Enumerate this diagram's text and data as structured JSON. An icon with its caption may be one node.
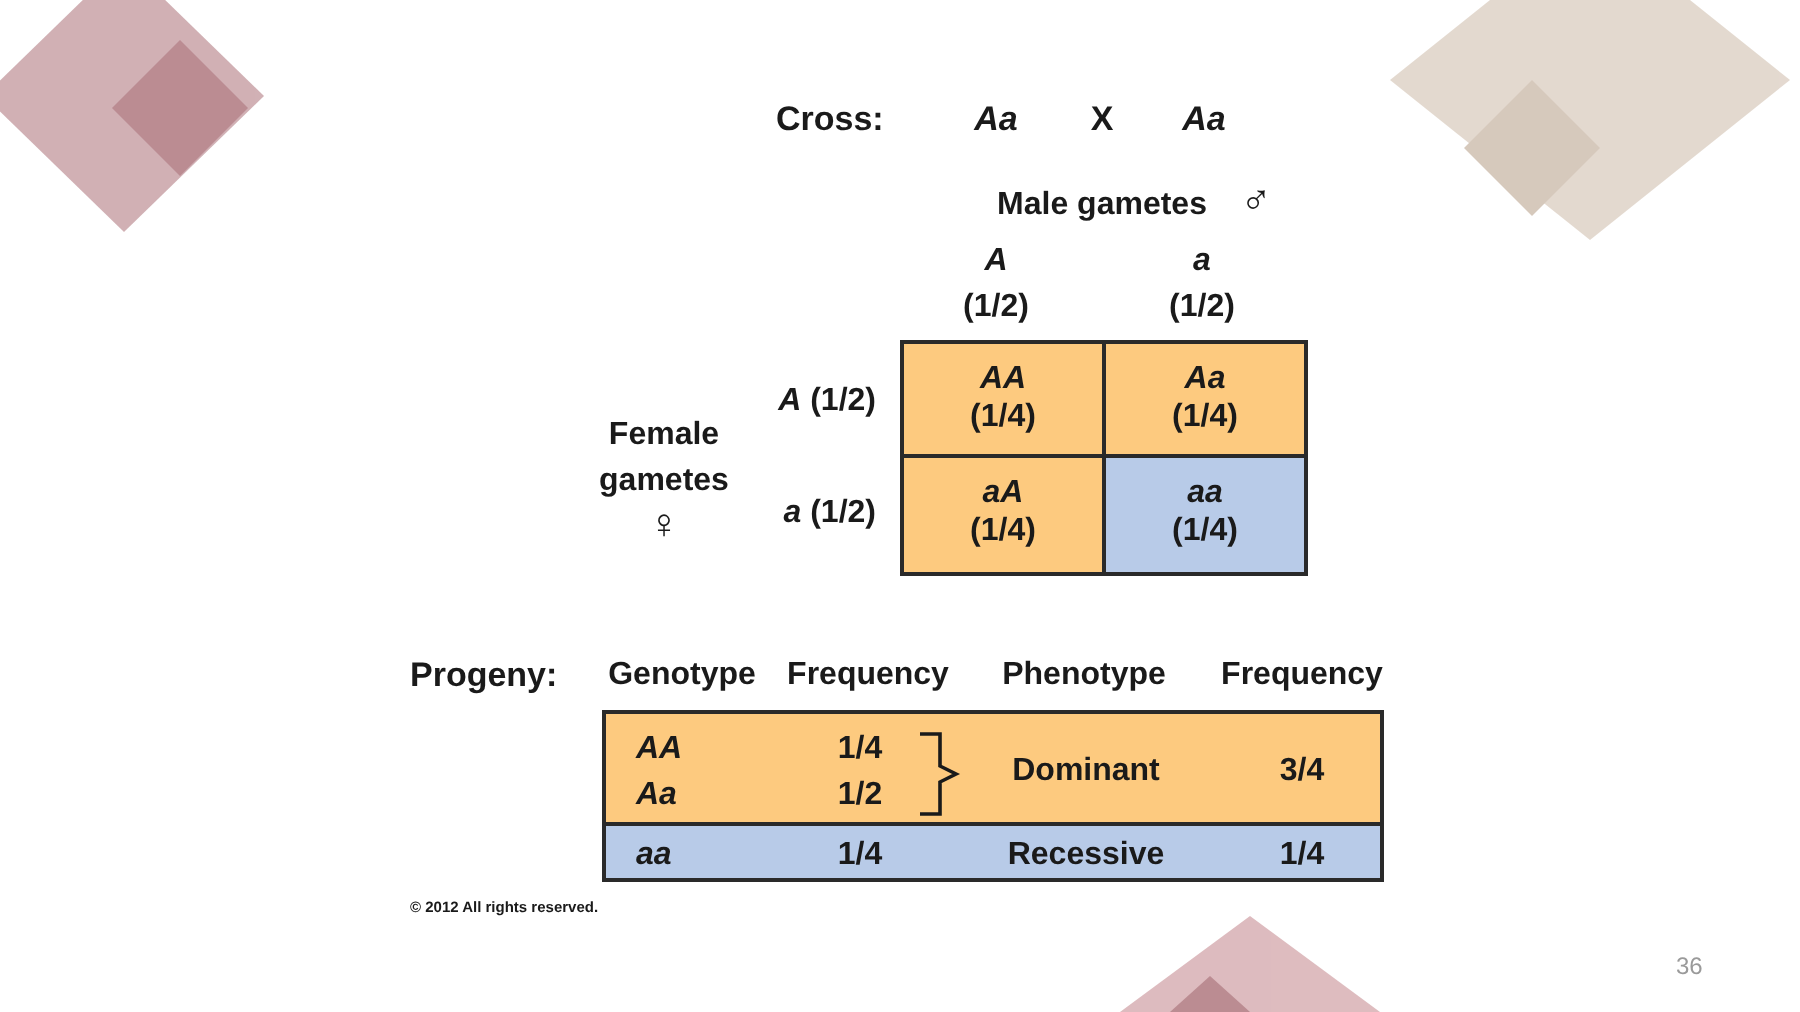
{
  "diagram": {
    "nodes": [
      {
        "text": [
          "AA",
          "(1/4)"
        ]
      },
      {
        "text": [
          "Aa",
          "(1/4)"
        ]
      },
      {
        "text": [
          "aA",
          "(1/4)"
        ]
      },
      {
        "text": [
          "aa",
          "(1/4)"
        ]
      },
      {
        "text": [
          "AA",
          "1/4",
          "Aa",
          "1/2",
          "Dominant",
          "3/4"
        ]
      },
      {
        "text": [
          "aa",
          "1/4",
          "Recessive",
          "1/4"
        ]
      }
    ],
    "labels": [
      "Cross:",
      "Aa",
      "X",
      "Aa",
      "Male gametes",
      "♂",
      "A",
      "(1/2)",
      "a",
      "(1/2)",
      "*A* (1/2)",
      "Female gametes",
      "♀",
      "*a* (1/2)",
      "Progeny:",
      "Genotype",
      "Frequency",
      "Phenotype",
      "Frequency",
      "© 2012 All rights reserved.",
      "36"
    ]
  }
}
